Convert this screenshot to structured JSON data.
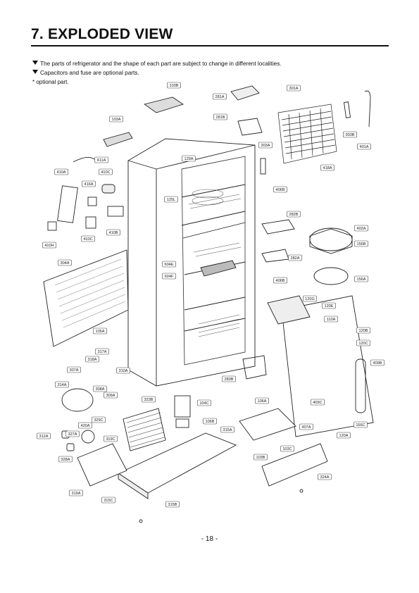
{
  "page": {
    "title": "7. EXPLODED VIEW",
    "notes": [
      "The parts of refrigerator and the shape of each part are subject to change in different localities.",
      "Capacitors and fuse are optional parts.",
      "*  optional part."
    ],
    "page_number": "- 18 -"
  },
  "labels": [
    "103B",
    "281A",
    "301A",
    "281B",
    "103A",
    "303B",
    "303A",
    "401A",
    "411A",
    "129A",
    "410A",
    "410C",
    "416A",
    "418A",
    "406B",
    "125L",
    "282B",
    "402A",
    "410B",
    "410C",
    "156B",
    "410H",
    "282A",
    "304A",
    "604E",
    "604F",
    "406B",
    "156A",
    "120G",
    "120E",
    "110A",
    "120B",
    "120C",
    "105A",
    "317A",
    "318A",
    "409B",
    "307A",
    "310A",
    "283B",
    "314A",
    "308A",
    "309A",
    "323B",
    "104C",
    "106A",
    "409C",
    "329C",
    "420A",
    "106B",
    "315A",
    "407A",
    "156C",
    "312A",
    "327A",
    "319C",
    "120A",
    "103C",
    "328A",
    "103B",
    "324A",
    "319A",
    "315C",
    "315B"
  ]
}
